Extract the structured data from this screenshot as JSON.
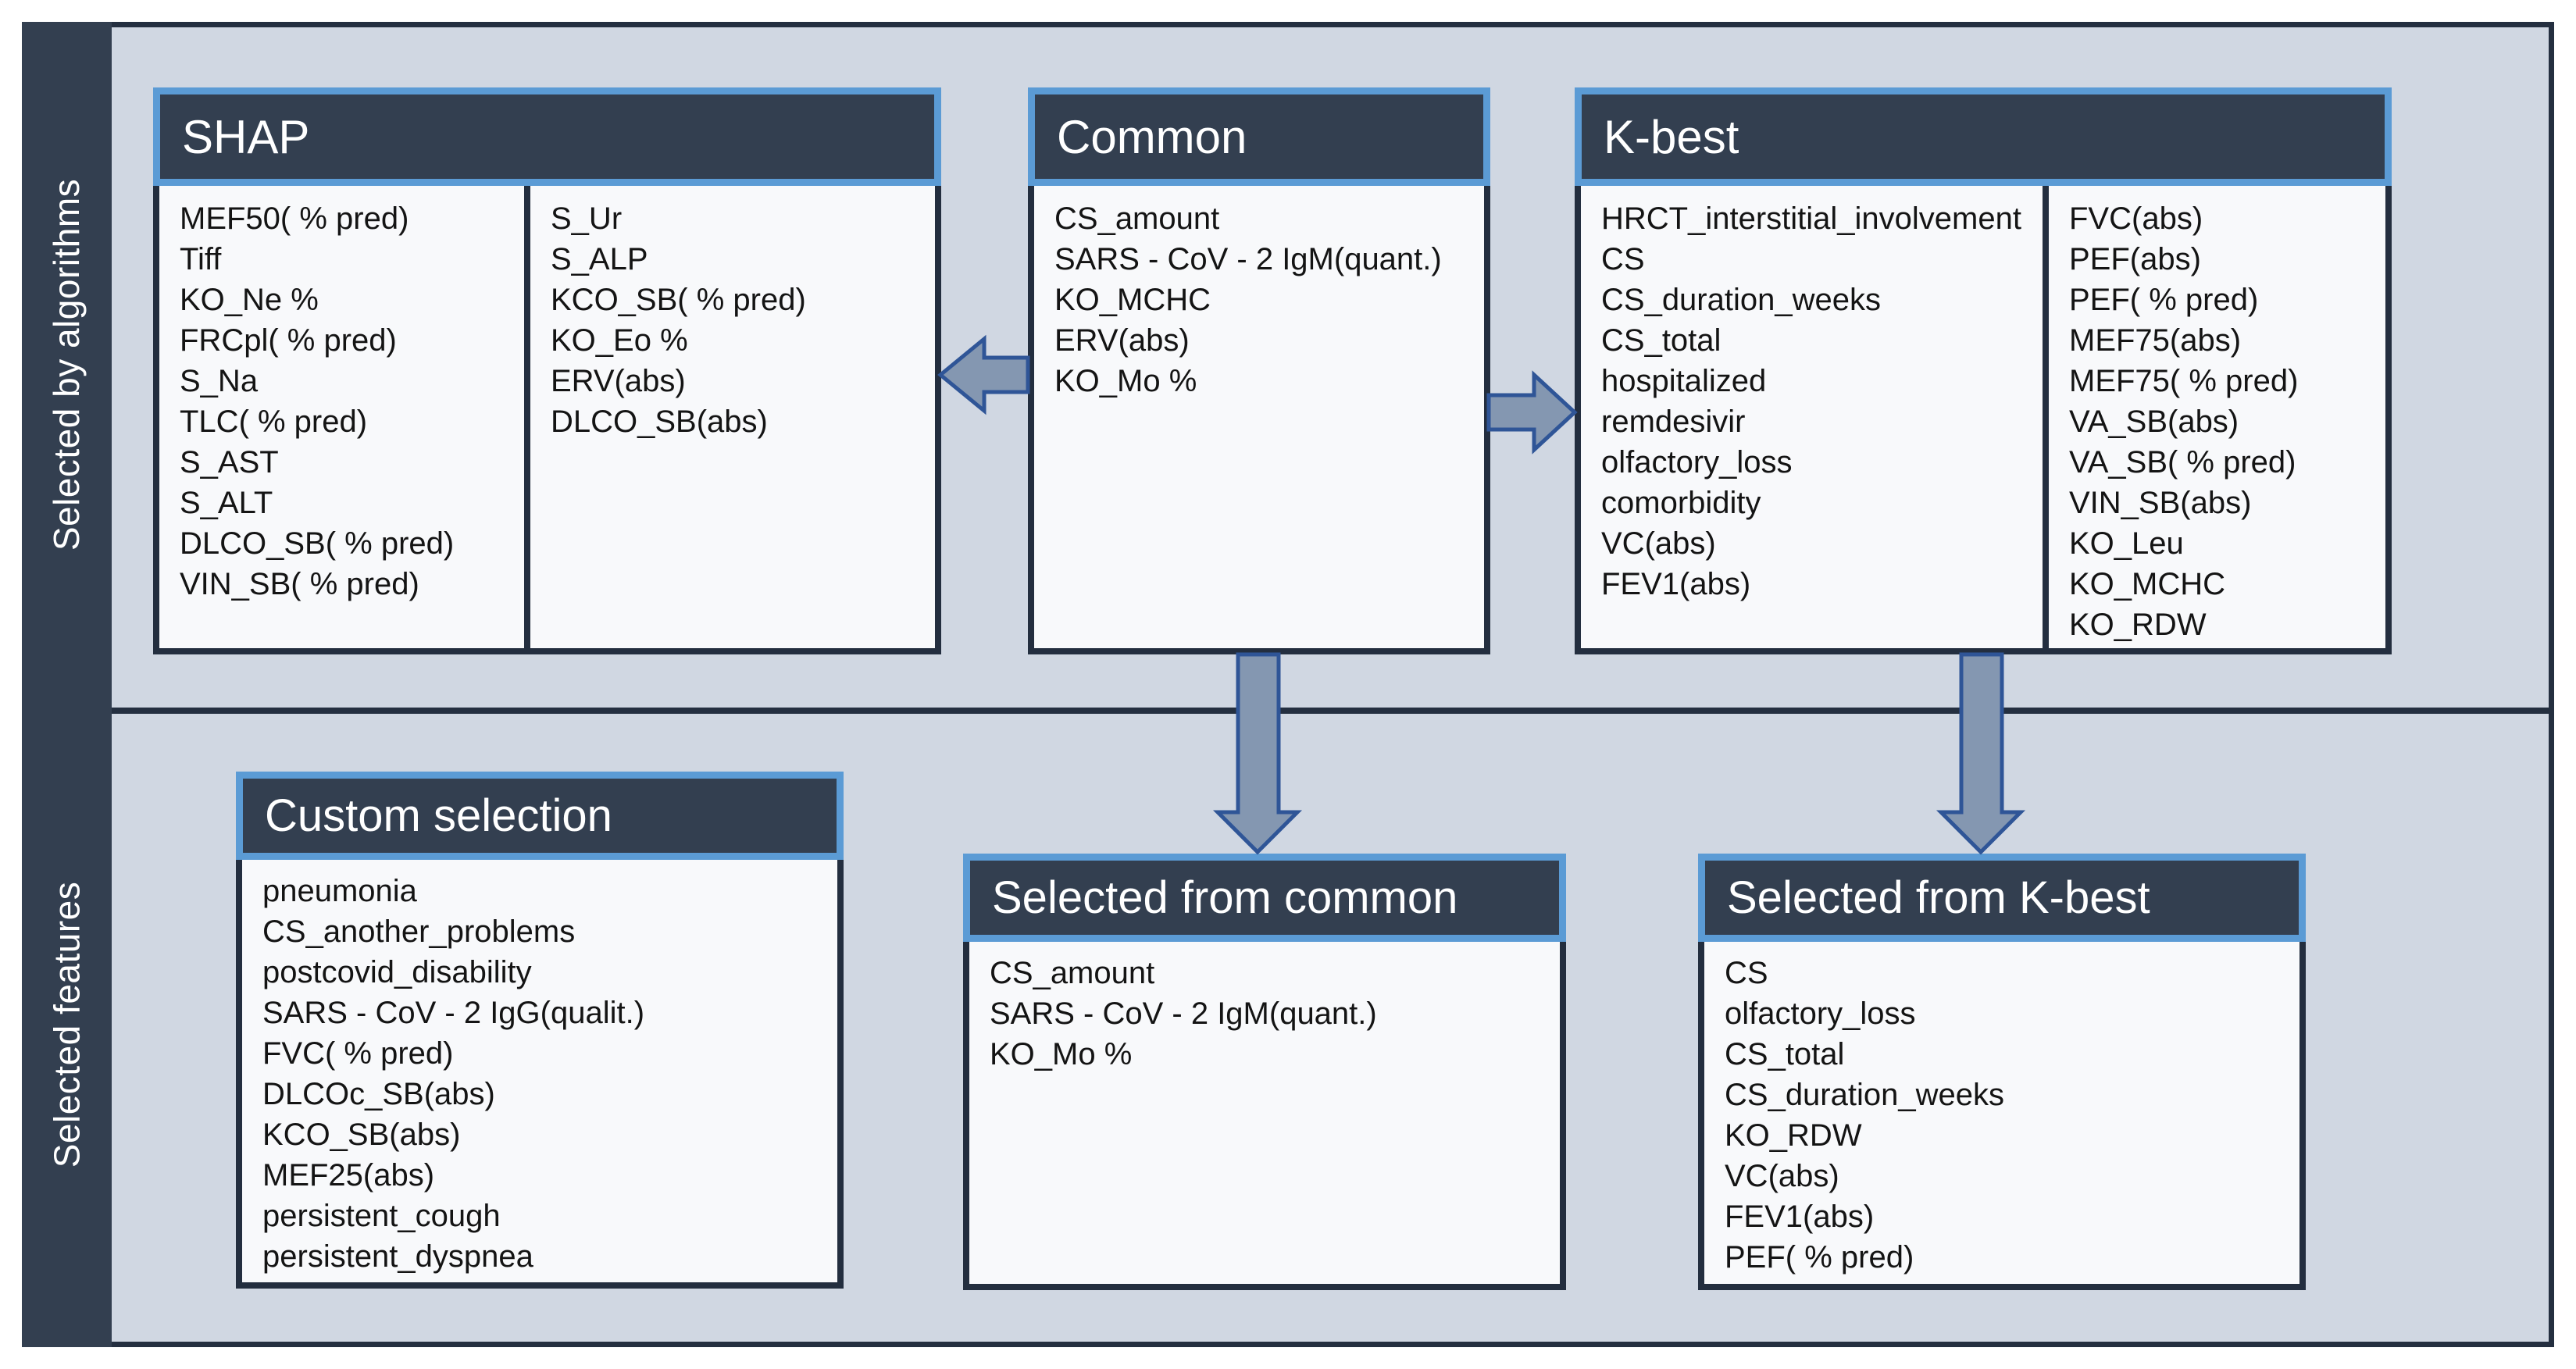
{
  "sidebar": {
    "top_label": "Selected by algorithms",
    "bottom_label": "Selected features"
  },
  "boxes": {
    "shap": {
      "title": "SHAP",
      "columns": [
        [
          "MEF50( % pred)",
          "Tiff",
          "KO_Ne %",
          "FRCpl( % pred)",
          "S_Na",
          "TLC( % pred)",
          "S_AST",
          "S_ALT",
          "DLCO_SB( % pred)",
          "VIN_SB( % pred)"
        ],
        [
          "S_Ur",
          "S_ALP",
          "KCO_SB( % pred)",
          "KO_Eo %",
          "ERV(abs)",
          "DLCO_SB(abs)"
        ]
      ]
    },
    "common": {
      "title": "Common",
      "columns": [
        [
          "CS_amount",
          "SARS - CoV - 2 IgM(quant.)",
          "KO_MCHC",
          "ERV(abs)",
          "KO_Mo %"
        ]
      ]
    },
    "kbest": {
      "title": "K-best",
      "columns": [
        [
          "HRCT_interstitial_involvement",
          "CS",
          "CS_duration_weeks",
          "CS_total",
          "hospitalized",
          "remdesivir",
          "olfactory_loss",
          "comorbidity",
          "VC(abs)",
          "FEV1(abs)"
        ],
        [
          "FVC(abs)",
          "PEF(abs)",
          "PEF( % pred)",
          "MEF75(abs)",
          "MEF75( % pred)",
          "VA_SB(abs)",
          "VA_SB( % pred)",
          "VIN_SB(abs)",
          "KO_Leu",
          "KO_MCHC",
          "KO_RDW"
        ]
      ]
    },
    "custom": {
      "title": "Custom selection",
      "columns": [
        [
          "pneumonia",
          "CS_another_problems",
          "postcovid_disability",
          "SARS - CoV - 2 IgG(qualit.)",
          "FVC( % pred)",
          "DLCOc_SB(abs)",
          "KCO_SB(abs)",
          "MEF25(abs)",
          "persistent_cough",
          "persistent_dyspnea"
        ]
      ]
    },
    "selected_common": {
      "title": "Selected from common",
      "columns": [
        [
          "CS_amount",
          "SARS - CoV - 2 IgM(quant.)",
          "KO_Mo %"
        ]
      ]
    },
    "selected_kbest": {
      "title": "Selected from K-best",
      "columns": [
        [
          "CS",
          "olfactory_loss",
          "CS_total",
          "CS_duration_weeks",
          "KO_RDW",
          "VC(abs)",
          "FEV1(abs)",
          "PEF( % pred)"
        ]
      ]
    }
  },
  "arrows": [
    {
      "name": "arrow-common-to-shap",
      "direction": "left"
    },
    {
      "name": "arrow-common-to-kbest",
      "direction": "right"
    },
    {
      "name": "arrow-common-to-selected-common",
      "direction": "down"
    },
    {
      "name": "arrow-kbest-to-selected-kbest",
      "direction": "down"
    }
  ],
  "colors": {
    "background": "#d0d7e2",
    "panel_dark": "#333f50",
    "accent_blue": "#5b9bd5",
    "border_dark": "#242f40",
    "box_body": "#f8f9fb",
    "arrow_fill": "#8497b1",
    "arrow_stroke": "#2f5597",
    "text_dark": "#141414",
    "text_light": "#ffffff"
  }
}
